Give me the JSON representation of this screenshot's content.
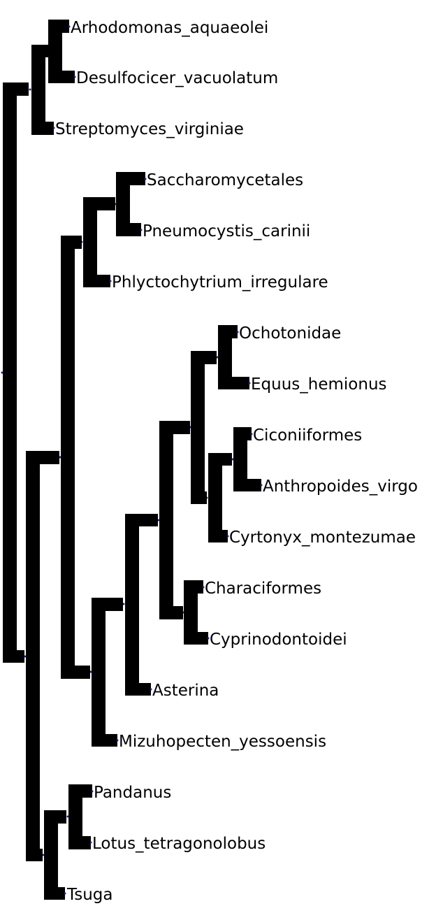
{
  "tree": {
    "branch_color": "#000000",
    "node_color": "#1a237e",
    "leaves": [
      "Arhodomonas_aquaeolei",
      "Desulfocicer_vacuolatum",
      "Streptomyces_virginiae",
      "Saccharomycetales",
      "Pneumocystis_carinii",
      "Phlyctochytrium_irregulare",
      "Ochotonidae",
      "Equus_hemionus",
      "Ciconiiformes",
      "Anthropoides_virgo",
      "Cyrtonyx_montezumae",
      "Characiformes",
      "Cyprinodontoidei",
      "Asterina",
      "Mizuhopecten_yessoensis",
      "Pandanus",
      "Lotus_tetragonolobus",
      "Tsuga"
    ]
  }
}
